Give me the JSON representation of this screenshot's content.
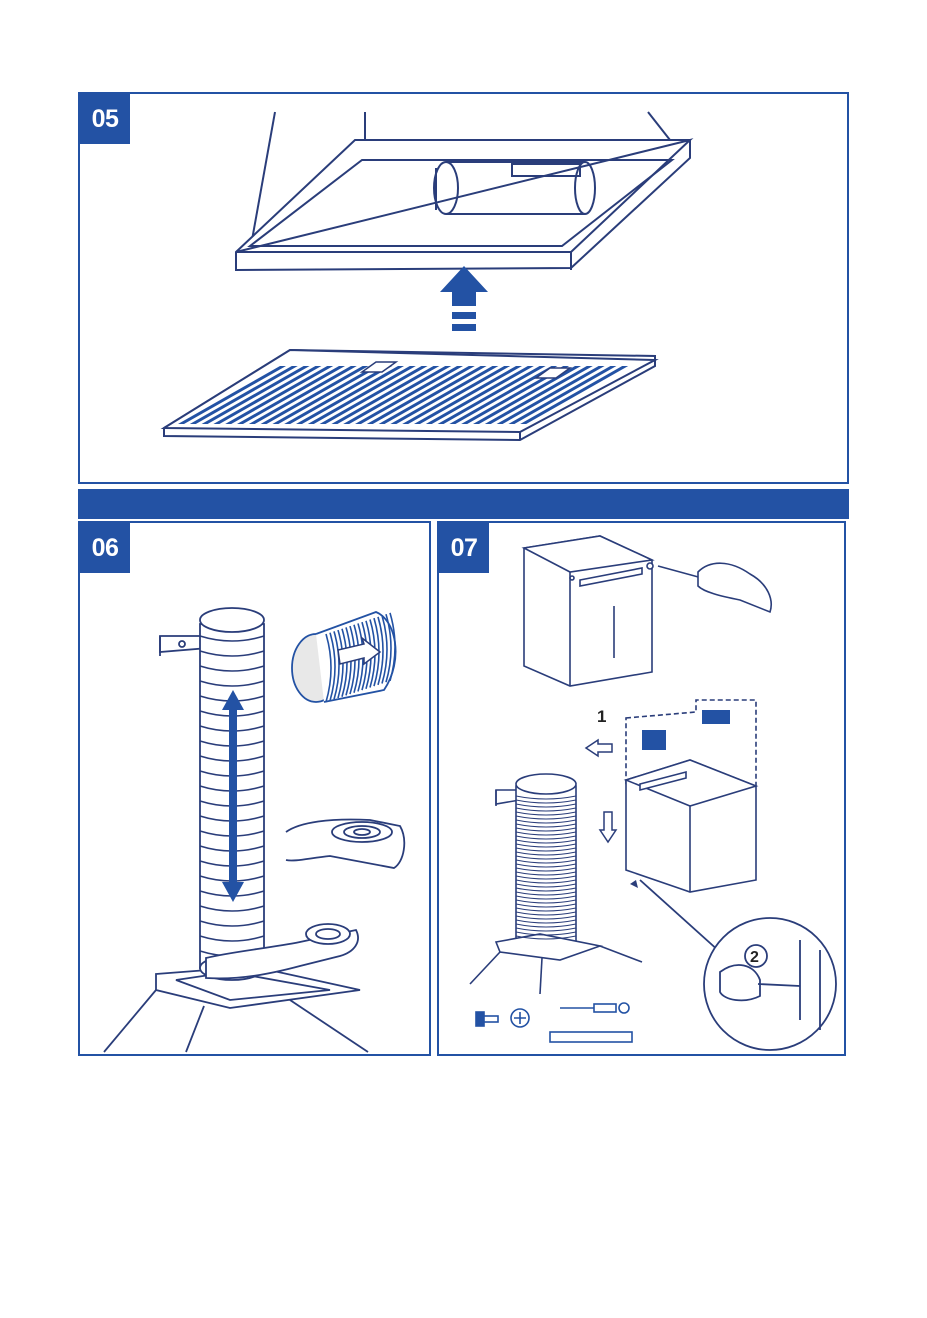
{
  "steps": [
    {
      "number": "05"
    },
    {
      "number": "06"
    },
    {
      "number": "07"
    }
  ],
  "step07": {
    "callout_1": "1",
    "callout_2": "2"
  },
  "colors": {
    "accent": "#2352a4",
    "line": "#2a3d7a"
  }
}
